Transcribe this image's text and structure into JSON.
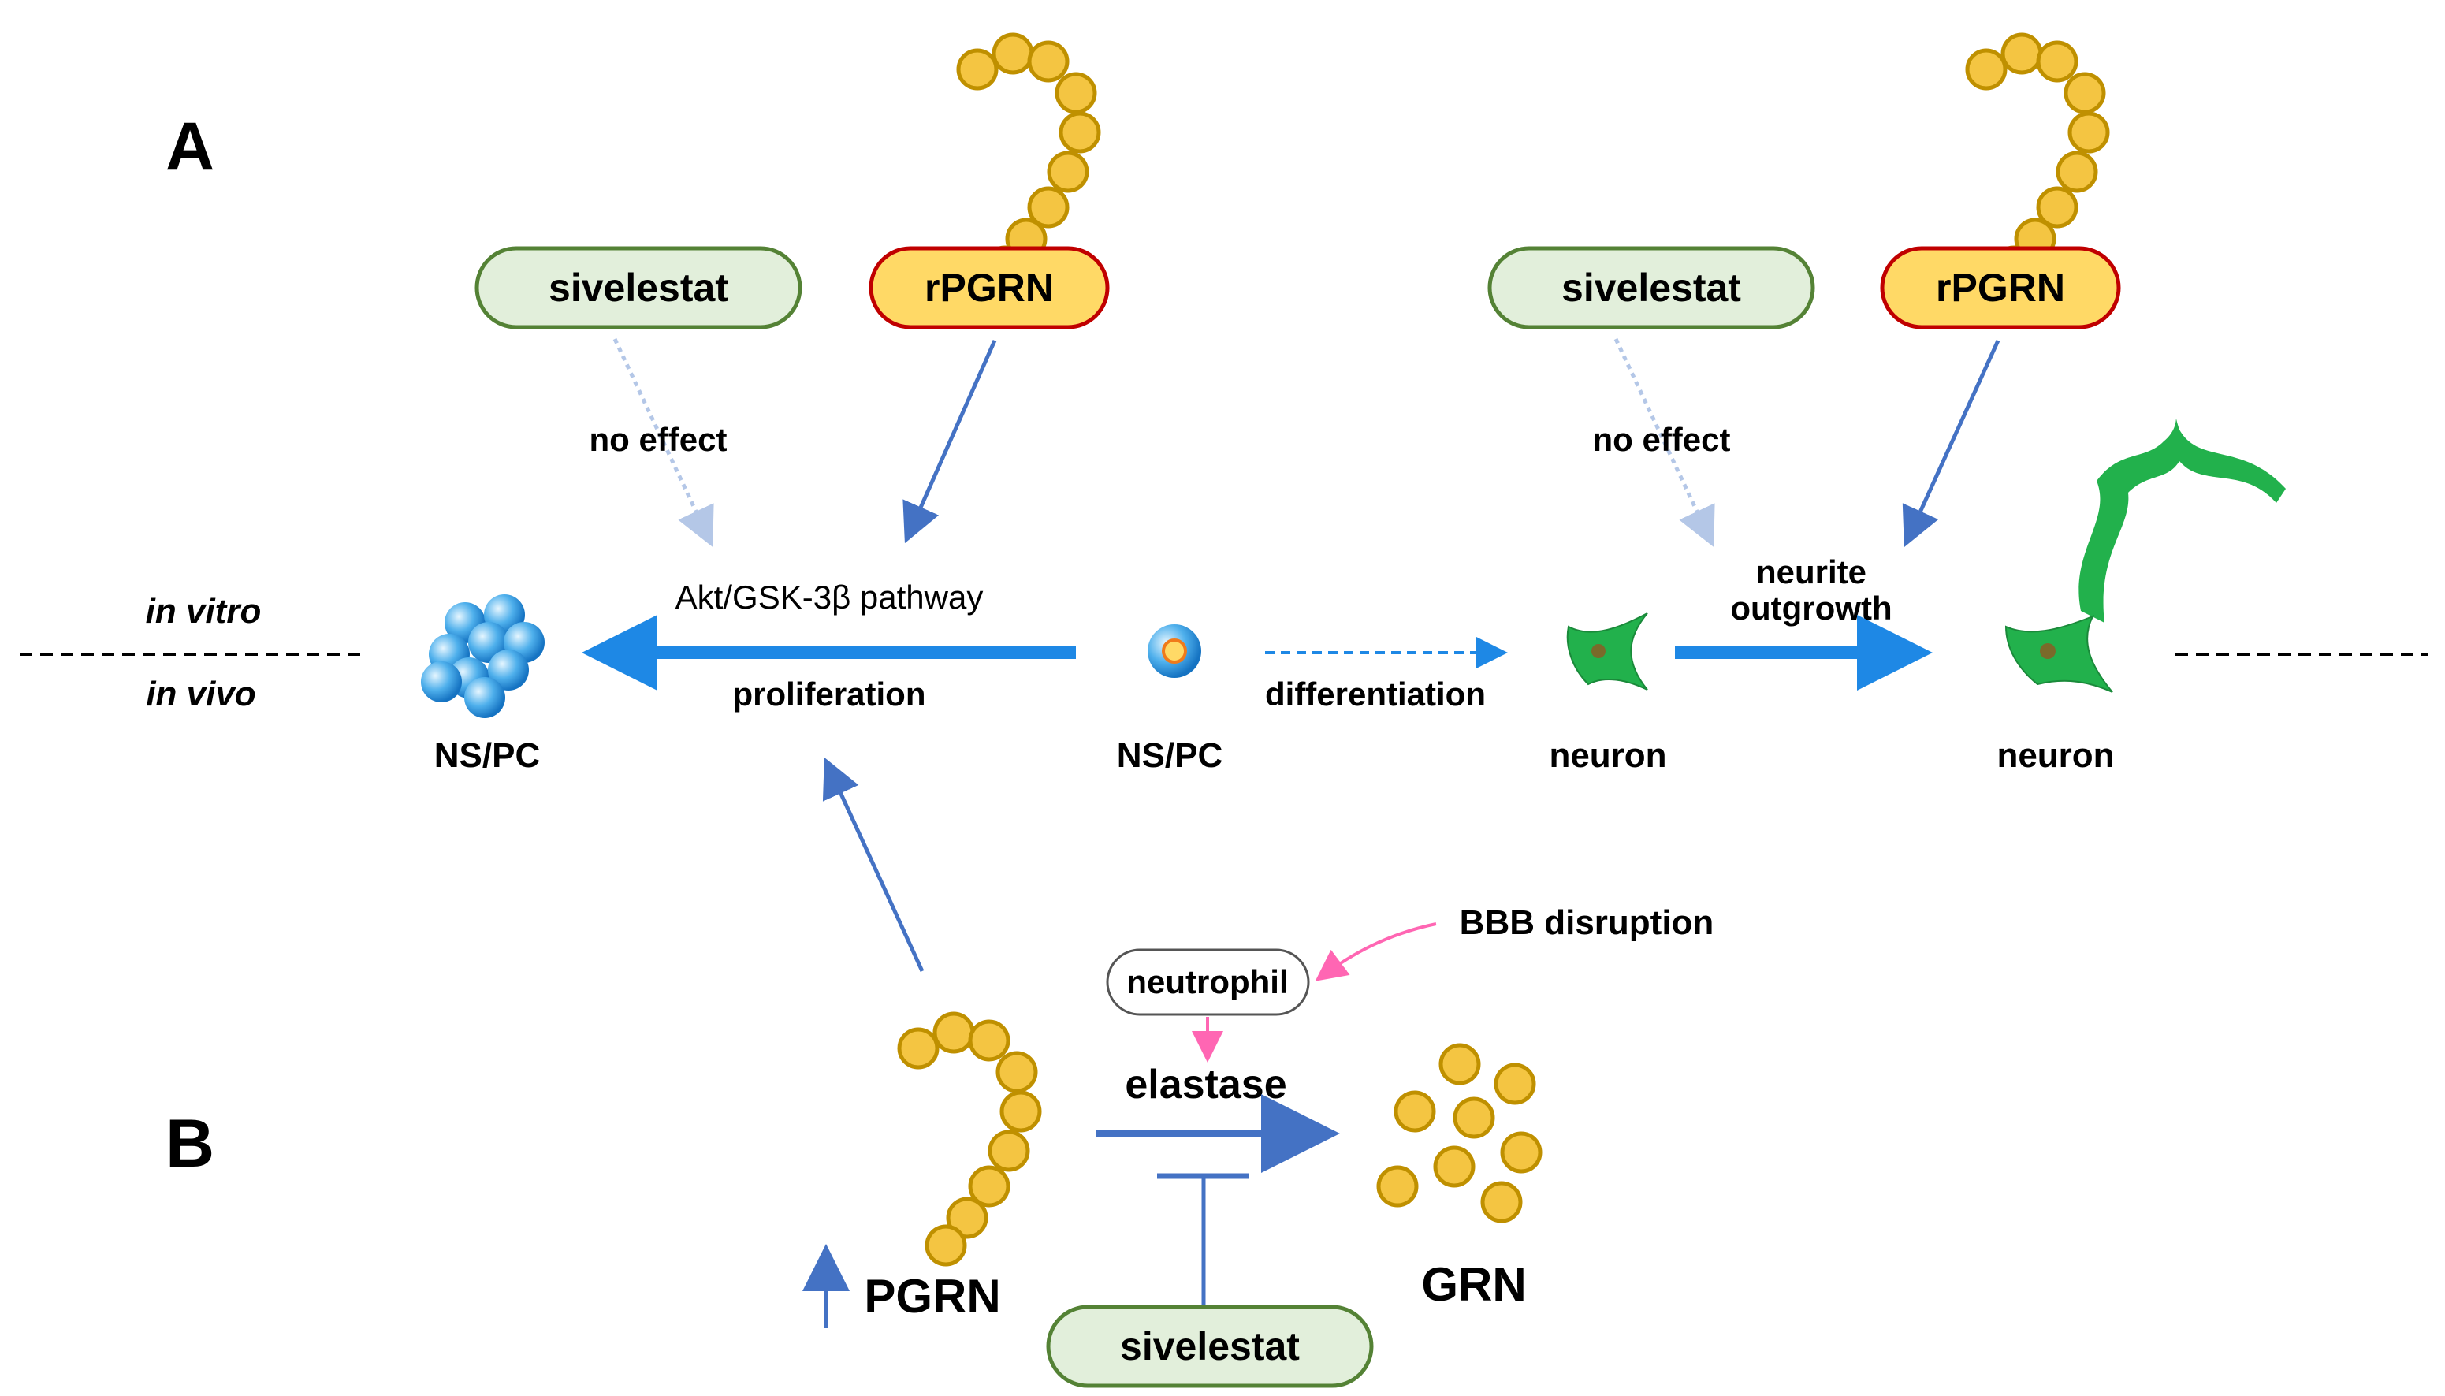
{
  "panel_labels": {
    "a": "A",
    "b": "B"
  },
  "divider": {
    "top_label": "in vitro",
    "bottom_label": "in vivo"
  },
  "panel_a": {
    "left": {
      "inhibitor_label": "sivelestat",
      "factor_label": "rPGRN",
      "no_effect_label": "no effect",
      "pathway_label": "Akt/GSK-3β pathway",
      "process_label": "proliferation"
    },
    "right": {
      "inhibitor_label": "sivelestat",
      "factor_label": "rPGRN",
      "no_effect_label": "no effect",
      "process_label_line1": "neurite",
      "process_label_line2": "outgrowth"
    },
    "differentiation_label": "differentiation",
    "cells": {
      "nspc_cluster_label": "NS/PC",
      "nspc_single_label": "NS/PC",
      "neuron_small_label": "neuron",
      "neuron_large_label": "neuron"
    }
  },
  "panel_b": {
    "bbb_label": "BBB disruption",
    "neutrophil_label": "neutrophil",
    "enzyme_label": "elastase",
    "precursor_label": "PGRN",
    "product_label": "GRN",
    "inhibitor_label": "sivelestat"
  },
  "colors": {
    "inhibitor_fill": "#e2efdb",
    "inhibitor_stroke": "#548235",
    "factor_fill": "#ffd966",
    "factor_stroke": "#c00000",
    "bead_fill": "#f4c542",
    "bead_stroke": "#bf9000",
    "arrow_dark": "#4472c4",
    "arrow_bright": "#1e88e5",
    "arrow_faint": "#b4c7e7",
    "arrow_pink": "#ff66b3",
    "neuron_green": "#22b14c",
    "nspc_blue": "#4fb0ec"
  }
}
